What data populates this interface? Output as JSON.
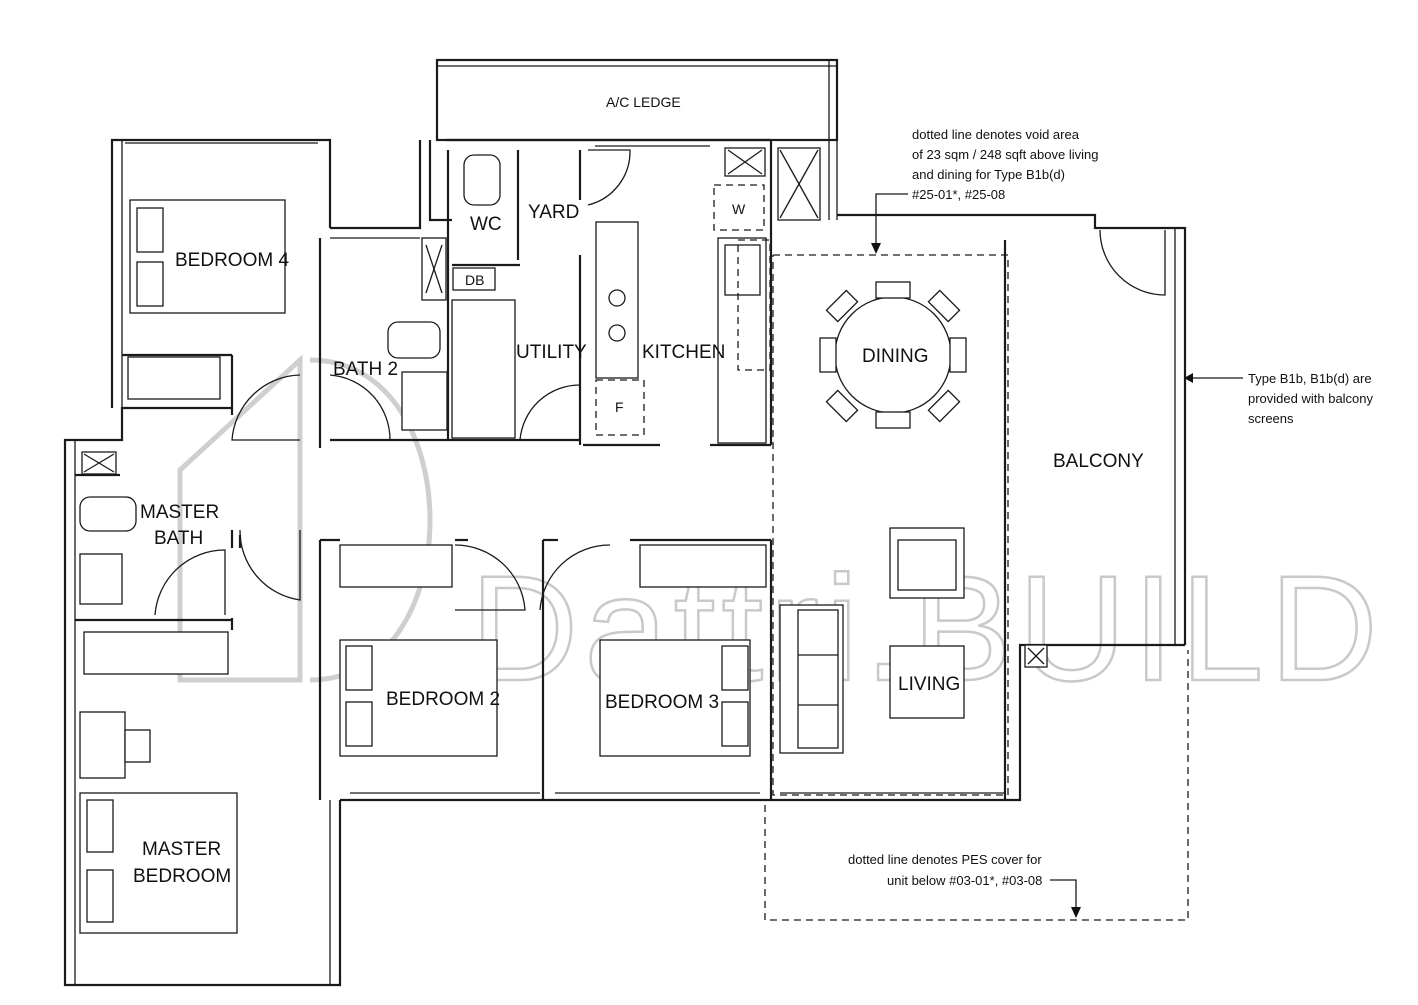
{
  "rooms": {
    "ac_ledge": "A/C LEDGE",
    "wc": "WC",
    "yard": "YARD",
    "db": "DB",
    "w": "W",
    "f": "F",
    "bedroom4": "BEDROOM 4",
    "bath2": "BATH 2",
    "utility": "UTILITY",
    "kitchen": "KITCHEN",
    "dining": "DINING",
    "balcony": "BALCONY",
    "master_bath_line1": "MASTER",
    "master_bath_line2": "BATH",
    "bedroom2": "BEDROOM 2",
    "bedroom3": "BEDROOM 3",
    "living": "LIVING",
    "master_bedroom_line1": "MASTER",
    "master_bedroom_line2": "BEDROOM"
  },
  "notes": {
    "void": [
      "dotted line denotes void area",
      "of 23 sqm / 248 sqft above living",
      "and dining for Type B1b(d)",
      "#25-01*, #25-08"
    ],
    "screens": [
      "Type B1b, B1b(d) are",
      "provided with balcony",
      "screens"
    ],
    "pes": [
      "dotted line denotes PES cover for",
      "unit below #03-01*, #03-08"
    ]
  },
  "watermark": "Dattri.BUILD"
}
